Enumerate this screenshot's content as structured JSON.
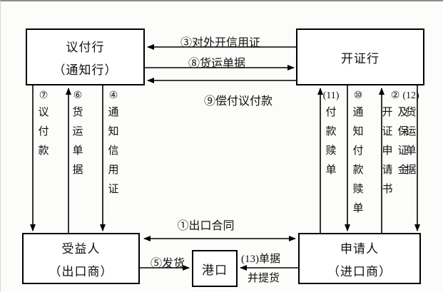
{
  "boxes": {
    "negotiating_bank": {
      "line1": "议付行",
      "line2": "（通知行）"
    },
    "issuing_bank": {
      "title": "开证行"
    },
    "beneficiary": {
      "line1": "受益人",
      "line2": "（出口商）"
    },
    "port": {
      "title": "港口"
    },
    "applicant": {
      "line1": "申请人",
      "line2": "（进口商）"
    }
  },
  "flows": {
    "open_lc": "③对外开信用证",
    "docs_to_issuer": "⑧货运单据",
    "reimburse": "⑨偿付议付款",
    "contract": "①出口合同",
    "ship_goods": "⑤发货",
    "pickup_line1": "(13)单据",
    "pickup_line2": "并提货",
    "negotiate_payment": {
      "num": "⑦",
      "text": "议付款"
    },
    "docs_to_negbank": {
      "num": "⑥",
      "text": "货运单据"
    },
    "advise_lc": {
      "num": "④",
      "text": "通知信用证"
    },
    "pay_redeem": {
      "num": "(11)",
      "text": "付款赎单"
    },
    "notify_redeem": {
      "num": "⑩",
      "text": "通知付款赎单"
    },
    "apply_lc": {
      "num": "②",
      "col1": "开证申请书",
      "col2": "及保证金"
    },
    "docs_to_applicant": {
      "num": "(12)",
      "text": "货运单据"
    }
  }
}
